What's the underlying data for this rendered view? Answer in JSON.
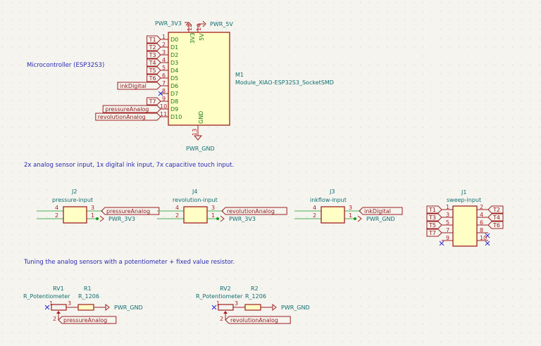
{
  "colors": {
    "background": "#f5f4ef",
    "body_fill": "#fffec4",
    "body_stroke": "#a02020",
    "wire": "#4caf50",
    "pin_number": "#b22222",
    "pin_name": "#1a7a1a",
    "ref_text": "#0f6e6e",
    "note_text": "#2b2bb3",
    "label_stroke": "#a02020",
    "no_connect": "#2b2bd0",
    "junction": "#129a12"
  },
  "notes": {
    "microcontroller": "Microcontroller (ESP32S3)",
    "inputs": "2x analog sensor input, 1x digital ink input, 7x capacitive touch input.",
    "tuning": "Tuning the analog sensors with a potentiometer + fixed value resistor."
  },
  "m1": {
    "ref": "M1",
    "value": "Module_XIAO-ESP32S3_SocketSMD",
    "power_top": [
      {
        "pin": "12",
        "name": "3V3",
        "net": "PWR_3V3"
      },
      {
        "pin": "14",
        "name": "5V",
        "net": "PWR_5V"
      }
    ],
    "gnd": {
      "pin": "13",
      "name": "GND",
      "net": "PWR_GND"
    },
    "pins": [
      {
        "num": "1",
        "name": "D0",
        "label": "T1"
      },
      {
        "num": "2",
        "name": "D1",
        "label": "T2"
      },
      {
        "num": "3",
        "name": "D2",
        "label": "T3"
      },
      {
        "num": "4",
        "name": "D3",
        "label": "T4"
      },
      {
        "num": "5",
        "name": "D4",
        "label": "T5"
      },
      {
        "num": "6",
        "name": "D5",
        "label": "T6"
      },
      {
        "num": "7",
        "name": "D6",
        "label": "inkDigital"
      },
      {
        "num": "8",
        "name": "D7",
        "label": ""
      },
      {
        "num": "9",
        "name": "D8",
        "label": "T7"
      },
      {
        "num": "10",
        "name": "D9",
        "label": "pressureAnalog"
      },
      {
        "num": "11",
        "name": "D10",
        "label": "revolutionAnalog"
      }
    ]
  },
  "connectors": [
    {
      "ref": "J2",
      "value": "pressure-input",
      "pin4": "4",
      "pin2": "2",
      "pin3": "3",
      "pin1": "1",
      "label": "pressureAnalog",
      "power": "PWR_3V3"
    },
    {
      "ref": "J4",
      "value": "revolution-input",
      "pin4": "4",
      "pin2": "2",
      "pin3": "3",
      "pin1": "1",
      "label": "revolutionAnalog",
      "power": "PWR_3V3"
    },
    {
      "ref": "J3",
      "value": "inkflow-input",
      "pin4": "4",
      "pin2": "2",
      "pin3": "3",
      "pin1": "1",
      "label": "inkDigital",
      "power": "PWR_GND"
    }
  ],
  "j1": {
    "ref": "J1",
    "value": "sweep-input",
    "left": [
      {
        "num": "1",
        "label": "T1"
      },
      {
        "num": "3",
        "label": "T3"
      },
      {
        "num": "5",
        "label": "T5"
      },
      {
        "num": "7",
        "label": "T7"
      },
      {
        "num": "9",
        "label": ""
      }
    ],
    "right": [
      {
        "num": "2",
        "label": "T2"
      },
      {
        "num": "4",
        "label": "T4"
      },
      {
        "num": "6",
        "label": "T6"
      },
      {
        "num": "8",
        "label": ""
      },
      {
        "num": "10",
        "label": ""
      }
    ]
  },
  "tuning": [
    {
      "pot_ref": "RV1",
      "pot_value": "R_Potentiometer",
      "res_ref": "R1",
      "res_value": "R_1206",
      "pin1": "1",
      "pin2": "2",
      "pin3": "3",
      "label": "pressureAnalog",
      "gnd": "PWR_GND"
    },
    {
      "pot_ref": "RV2",
      "pot_value": "R_Potentiometer",
      "res_ref": "R2",
      "res_value": "R_1206",
      "pin1": "1",
      "pin2": "2",
      "pin3": "3",
      "label": "revolutionAnalog",
      "gnd": "PWR_GND"
    }
  ]
}
